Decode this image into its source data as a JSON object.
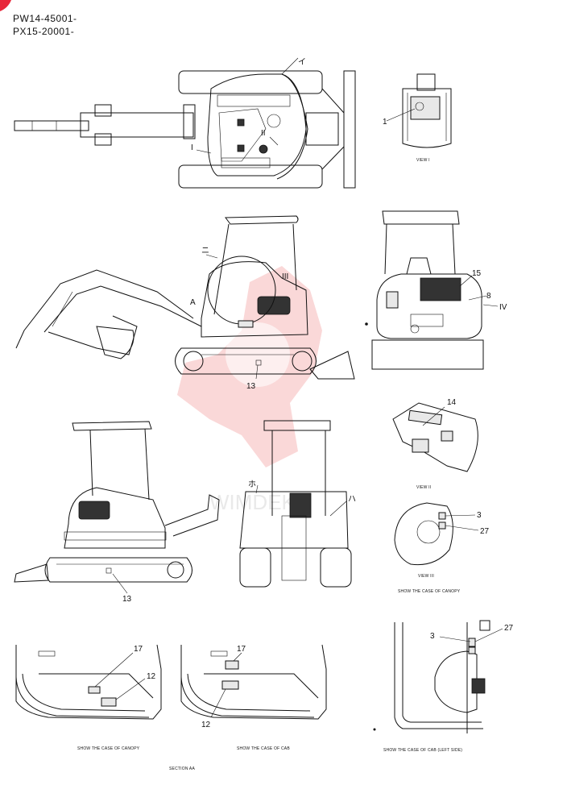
{
  "header": {
    "serial_1": "PW14-45001-",
    "serial_2": "PX15-20001-",
    "corner_color": "#e8273a"
  },
  "watermark": {
    "text": "WIMDEK",
    "color": "#f4a9a9"
  },
  "top_view": {
    "marker_i_top": "イ",
    "marker_i_left": "I",
    "marker_ii": "II"
  },
  "view_i": {
    "callout": "1",
    "caption": "VIEW I"
  },
  "side_view": {
    "marker_ni": "ニ",
    "marker_iii": "III",
    "marker_a": "A",
    "callout_13": "13"
  },
  "rear_view": {
    "callout_15": "15",
    "callout_8": "8",
    "marker_iv": "IV"
  },
  "view_ii": {
    "callout_14": "14",
    "caption": "VIEW II"
  },
  "front_view": {
    "marker_ho": "ホ",
    "marker_ha": "ハ"
  },
  "view_iii": {
    "callout_3": "3",
    "callout_27": "27",
    "caption": "VIEW III",
    "note": "SHOW THE CASE OF CANOPY"
  },
  "left_view": {
    "callout_13": "13"
  },
  "section_aa": {
    "canopy": {
      "callout_17": "17",
      "callout_12": "12",
      "caption": "SHOW THE CASE OF CANOPY"
    },
    "cab": {
      "callout_17": "17",
      "callout_12": "12",
      "caption": "SHOW THE CASE OF CAB"
    },
    "caption": "SECTION AA"
  },
  "cab_left": {
    "callout_3": "3",
    "callout_27": "27",
    "caption": "SHOW THE CASE OF CAB (LEFT SIDE)"
  }
}
